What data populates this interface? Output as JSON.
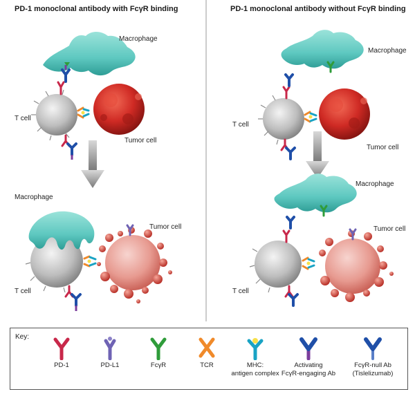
{
  "panels": {
    "left": {
      "title": "PD-1 monoclonal antibody with FcγR binding",
      "labels": {
        "macrophage_top": "Macrophage",
        "tcell_top": "T cell",
        "tumor_top": "Tumor cell",
        "macrophage_bottom": "Macrophage",
        "tumor_bottom": "Tumor cell",
        "tcell_bottom": "T cell"
      }
    },
    "right": {
      "title": "PD-1 monoclonal antibody without FcγR binding",
      "labels": {
        "macrophage_top": "Macrophage",
        "tcell_top": "T cell",
        "tumor_top": "Tumor cell",
        "macrophage_bottom": "Macrophage",
        "tumor_bottom": "Tumor cell",
        "tcell_bottom": "T cell"
      }
    }
  },
  "key": {
    "title": "Key:",
    "items": [
      {
        "icon": "pd1-receptor-icon",
        "line1": "PD-1",
        "line2": "",
        "color": "#c8284a"
      },
      {
        "icon": "pdl1-ligand-icon",
        "line1": "PD-L1",
        "line2": "",
        "color": "#6f63b4"
      },
      {
        "icon": "fcgr-receptor-icon",
        "line1": "FcγR",
        "line2": "",
        "color": "#2f9c3a"
      },
      {
        "icon": "tcr-receptor-icon",
        "line1": "TCR",
        "line2": "",
        "color": "#f08a2a"
      },
      {
        "icon": "mhc-complex-icon",
        "line1": "MHC:",
        "line2": "antigen complex",
        "color": "#19a3c4"
      },
      {
        "icon": "activating-antibody-icon",
        "line1": "Activating",
        "line2": "FcγR-engaging Ab",
        "color": "#1f4fa8"
      },
      {
        "icon": "fcgr-null-antibody-icon",
        "line1": "FcγR-null Ab",
        "line2": "(Tislelizumab)",
        "color": "#1f4fa8"
      }
    ]
  },
  "colors": {
    "macrophage": "#5ec8c0",
    "tumor": "#cf2a24",
    "tcell": "#b9b9b9",
    "arrow": "#8e8e8e",
    "pd1": "#c8284a",
    "pdl1": "#6f63b4",
    "fcgr": "#2f9c3a",
    "tcr": "#f08a2a",
    "mhc": "#19a3c4",
    "antibody": "#1f4fa8",
    "antibody_fc": "#7b3d9c"
  }
}
